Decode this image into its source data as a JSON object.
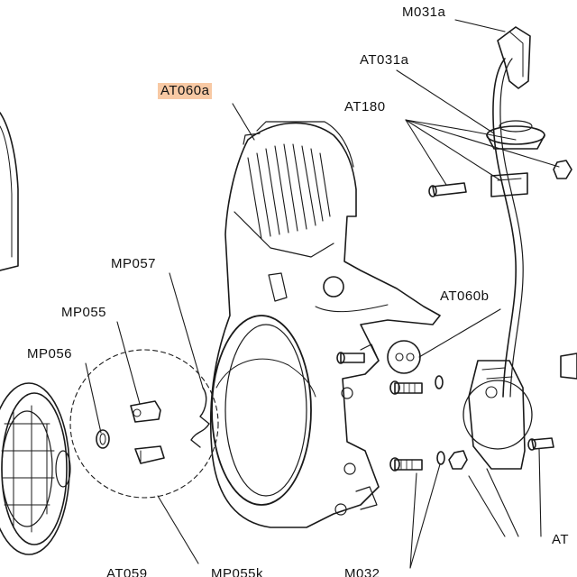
{
  "diagram": {
    "highlight_color": "#f8c9a4",
    "line_color": "#1a1a1a",
    "labels": {
      "m031a": "M031a",
      "at031a": "AT031a",
      "at180": "AT180",
      "at060a": "AT060a",
      "at060b": "AT060b",
      "mp057": "MP057",
      "mp055": "MP055",
      "mp056": "MP056",
      "at059": "AT059",
      "mp055k": "MP055k",
      "m032": "M032",
      "at_cut": "AT"
    },
    "highlighted_part": "AT060a"
  }
}
